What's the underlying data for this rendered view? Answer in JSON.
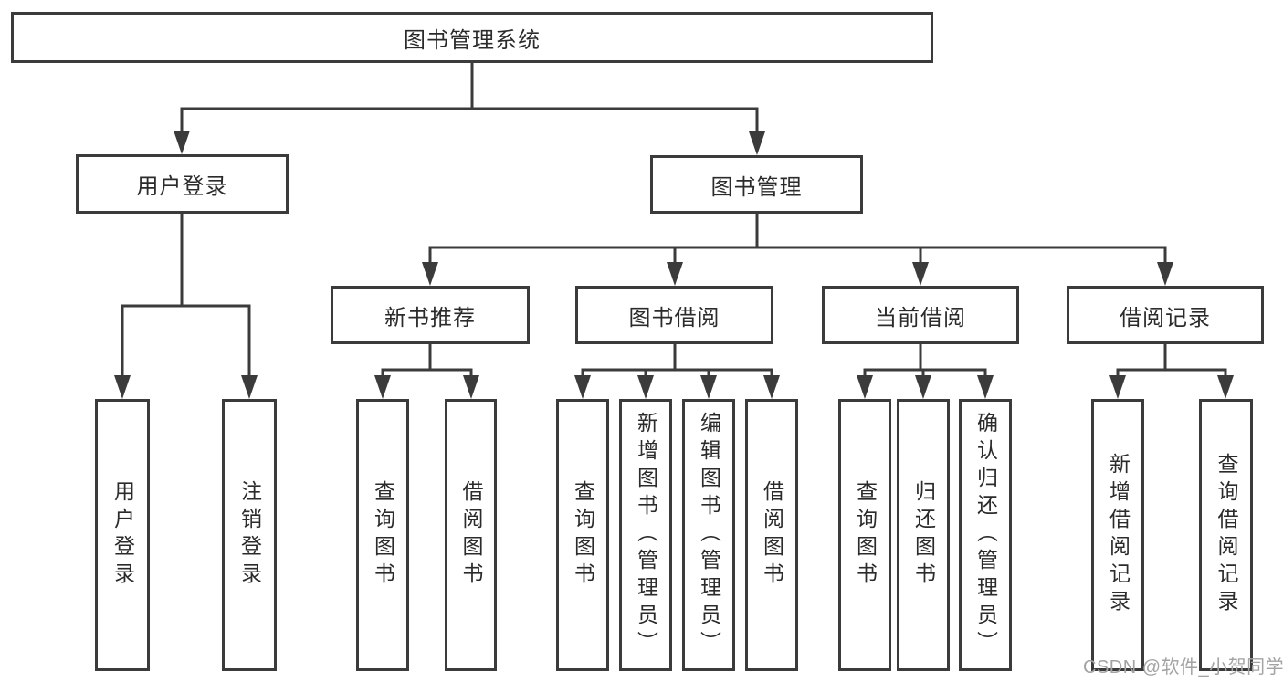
{
  "tree": {
    "root": {
      "label": "图书管理系统",
      "children": [
        {
          "label": "用户登录",
          "children": [
            {
              "label": "用户登录"
            },
            {
              "label": "注销登录"
            }
          ]
        },
        {
          "label": "图书管理",
          "children": [
            {
              "label": "新书推荐",
              "children": [
                {
                  "label": "查询图书"
                },
                {
                  "label": "借阅图书"
                }
              ]
            },
            {
              "label": "图书借阅",
              "children": [
                {
                  "label": "查询图书"
                },
                {
                  "label": "新增图书（管理员）"
                },
                {
                  "label": "编辑图书（管理员）"
                },
                {
                  "label": "借阅图书"
                }
              ]
            },
            {
              "label": "当前借阅",
              "children": [
                {
                  "label": "查询图书"
                },
                {
                  "label": "归还图书"
                },
                {
                  "label": "确认归还（管理员）"
                }
              ]
            },
            {
              "label": "借阅记录",
              "children": [
                {
                  "label": "新增借阅记录"
                },
                {
                  "label": "查询借阅记录"
                }
              ]
            }
          ]
        }
      ]
    }
  },
  "colors": {
    "line": "#3b3b3b",
    "text": "#2b2b2b",
    "watermark": "#a3a3a3",
    "background": "#ffffff"
  },
  "watermark": {
    "text": "CSDN @软件_小贺同学"
  }
}
